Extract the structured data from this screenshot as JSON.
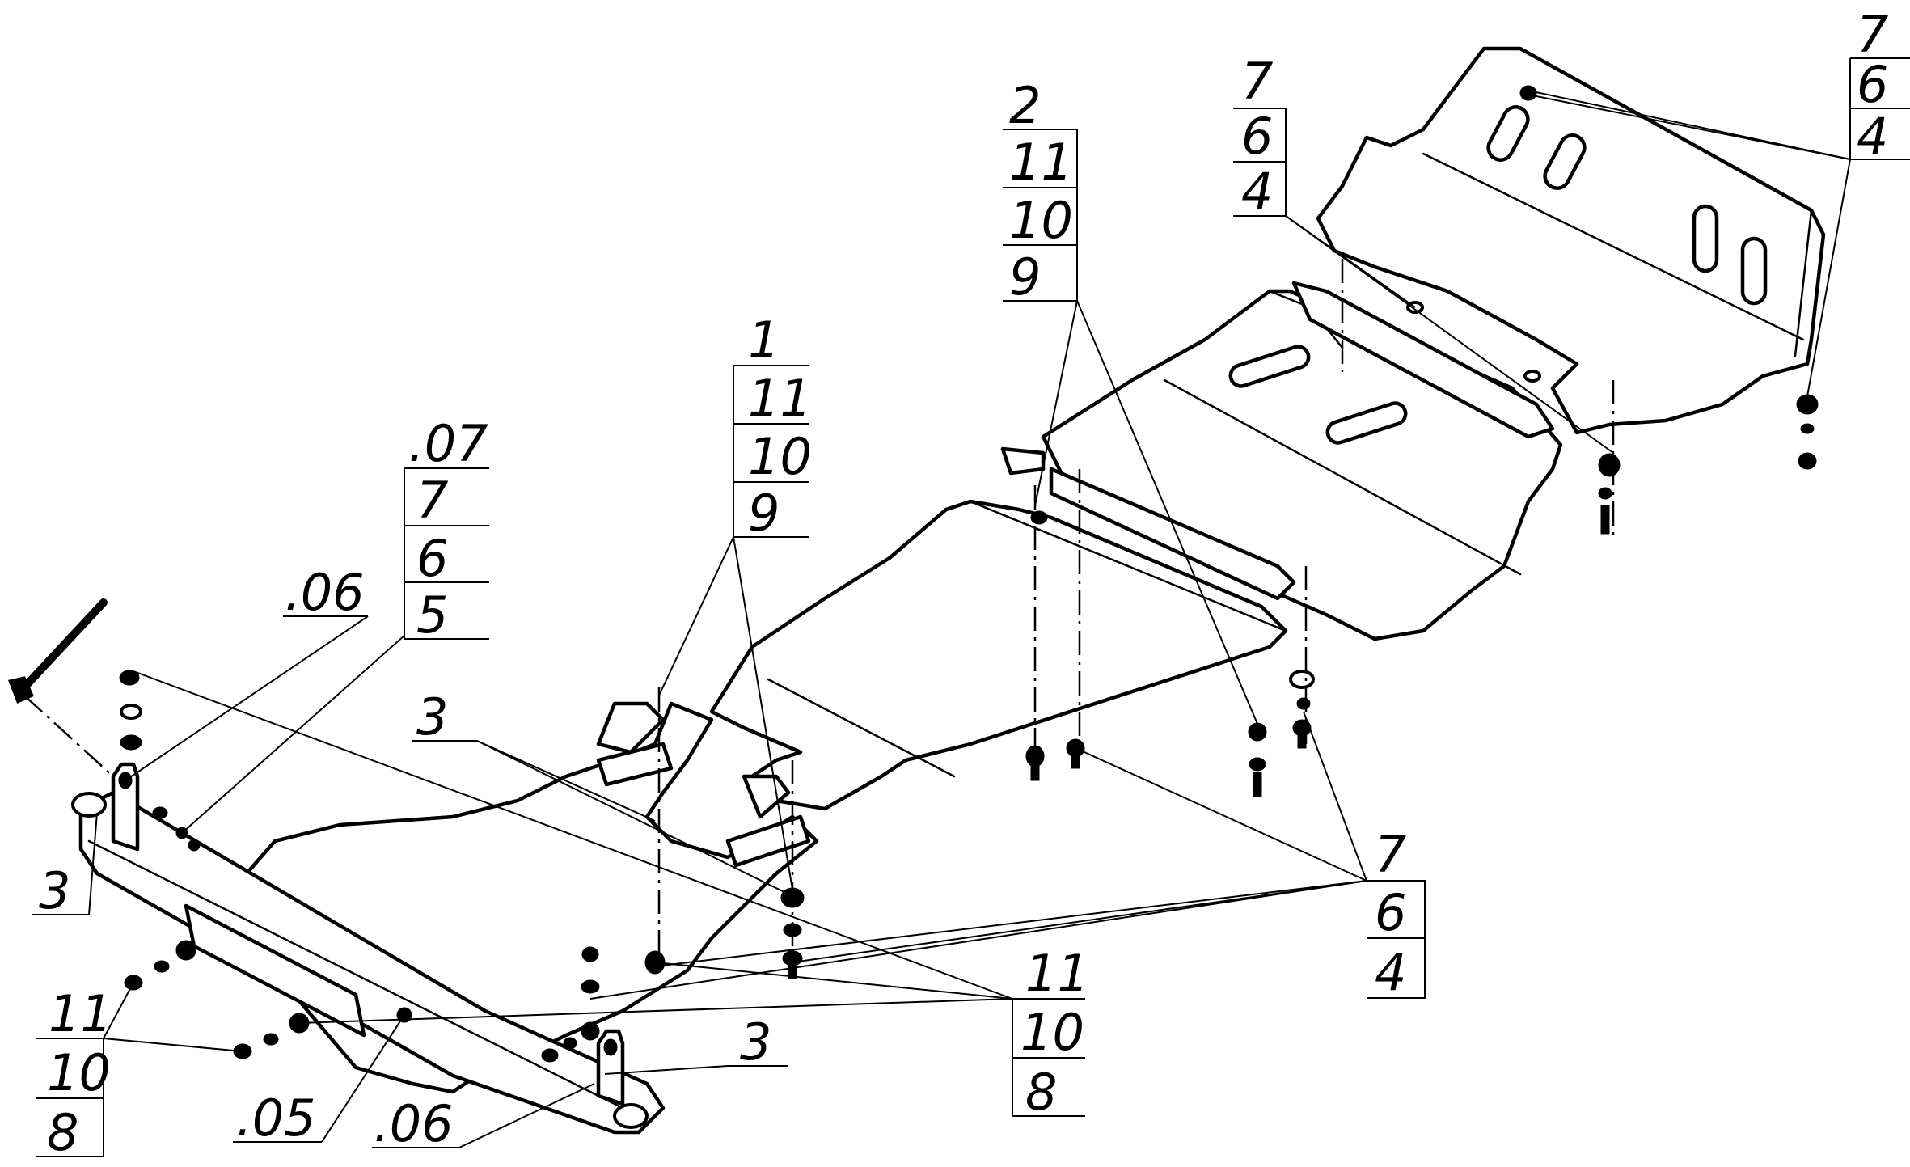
{
  "callouts": {
    "top_right": [
      "7",
      "6",
      "4"
    ],
    "upper_mid": [
      "7",
      "6",
      "4"
    ],
    "part2": [
      "2",
      "11",
      "10",
      "9"
    ],
    "part1": [
      "1",
      "11",
      "10",
      "9"
    ],
    "left_bracket": [
      ".07",
      "7",
      "6",
      "5"
    ],
    "left_06": ".06",
    "left_3": "3",
    "center_3": "3",
    "right_lower": [
      "7",
      "6",
      "4"
    ],
    "bottom_mid": [
      "11",
      "10",
      "8"
    ],
    "bottom_left": [
      "11",
      "10",
      "8"
    ],
    "bottom_05": ".05",
    "bottom_06": ".06",
    "bottom_3": "3"
  }
}
